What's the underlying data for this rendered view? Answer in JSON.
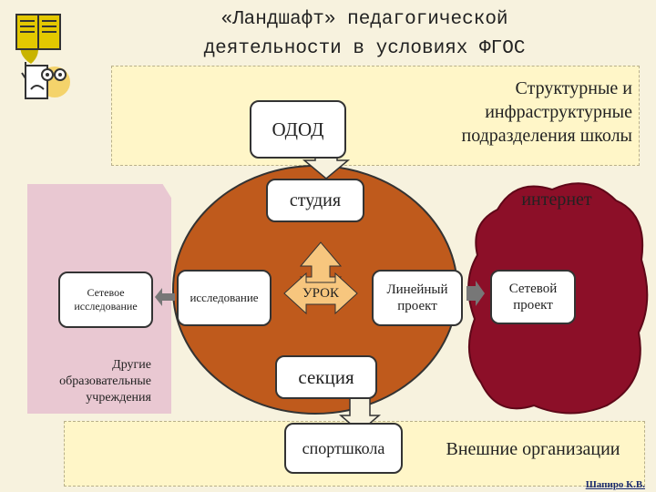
{
  "title": {
    "line1": "«Ландшафт» педагогической",
    "line2": "деятельности в условиях ФГОС"
  },
  "icons": {
    "book": "book-icon",
    "glasses": "glasses-icon"
  },
  "colors": {
    "circle": "#bf5a1c",
    "cloud": "#8c0f28",
    "band": "#fff6c8",
    "pink_panel": "#e9c8d2",
    "arrow": "#f7c67e"
  },
  "nodes": {
    "odod": "ОДОД",
    "structural": [
      "Структурные и",
      "инфраструктурные",
      "подразделения школы"
    ],
    "studio": "студия",
    "internet": "интернет",
    "network_research": "Сетевое исследование",
    "research": "исследование",
    "lesson": "УРОК",
    "linear_project": "Линейный проект",
    "network_project": "Сетевой проект",
    "other_institutions": [
      "Другие",
      "образовательные",
      "учреждения"
    ],
    "section": "секция",
    "sport_school": "спортшкола",
    "external": "Внешние организации"
  },
  "author": "Шапиро К.В."
}
